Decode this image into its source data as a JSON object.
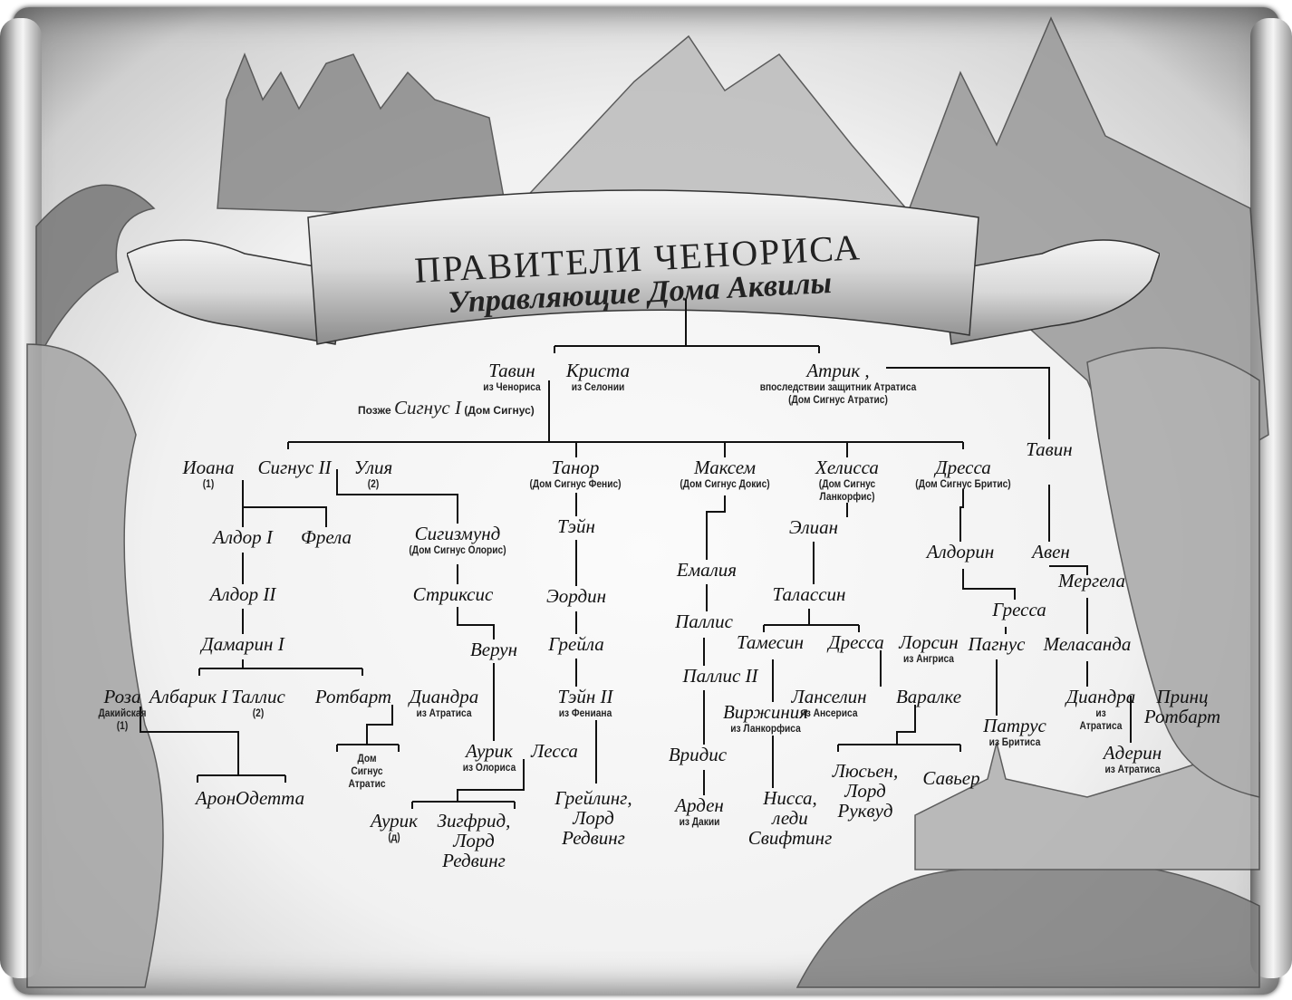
{
  "title": {
    "main": "ПРАВИТЕЛИ ЧЕНОРИСА",
    "sub": "Управляющие Дома Аквилы"
  },
  "later_note": {
    "prefix": "Позже",
    "name": "Сигнус I",
    "house": "(Дом Сигнус)"
  },
  "nodes": [
    {
      "id": "tavin1",
      "name": "Тавин",
      "sub": "из Ченориса"
    },
    {
      "id": "krista",
      "name": "Криста",
      "sub": "из Селонии"
    },
    {
      "id": "atrik",
      "name": "Атрик ,",
      "sub": "впоследствии защитник Атратиса\n(Дом Сигнус Атратис)"
    },
    {
      "id": "ioana",
      "name": "Иоана",
      "sub": "(1)"
    },
    {
      "id": "signus2",
      "name": "Сигнус II",
      "sub": ""
    },
    {
      "id": "ulia",
      "name": "Улия",
      "sub": "(2)"
    },
    {
      "id": "tanor",
      "name": "Танор",
      "sub": "(Дом Сигнус Фенис)"
    },
    {
      "id": "maksem",
      "name": "Максем",
      "sub": "(Дом Сигнус Докис)"
    },
    {
      "id": "helissa",
      "name": "Хелисса",
      "sub": "(Дом Сигнус\nЛанкорфис)"
    },
    {
      "id": "dressa1",
      "name": "Дресса",
      "sub": "(Дом Сигнус Бритис)"
    },
    {
      "id": "tavin2",
      "name": "Тавин",
      "sub": ""
    },
    {
      "id": "aldor1",
      "name": "Алдор I",
      "sub": ""
    },
    {
      "id": "frela",
      "name": "Фрела",
      "sub": ""
    },
    {
      "id": "sigizmund",
      "name": "Сигизмунд",
      "sub": "(Дом Сигнус Олорис)"
    },
    {
      "id": "tein",
      "name": "Тэйн",
      "sub": ""
    },
    {
      "id": "aldor2",
      "name": "Алдор II",
      "sub": ""
    },
    {
      "id": "striksis",
      "name": "Стриксис",
      "sub": ""
    },
    {
      "id": "eordin",
      "name": "Эордин",
      "sub": ""
    },
    {
      "id": "damarin",
      "name": "Дамарин I",
      "sub": ""
    },
    {
      "id": "verun",
      "name": "Верун",
      "sub": ""
    },
    {
      "id": "greila",
      "name": "Грейла",
      "sub": ""
    },
    {
      "id": "tein2",
      "name": "Тэйн II",
      "sub": "из Фениана"
    },
    {
      "id": "emalia",
      "name": "Емалия",
      "sub": ""
    },
    {
      "id": "pallis",
      "name": "Паллис",
      "sub": ""
    },
    {
      "id": "pallis2",
      "name": "Паллис II",
      "sub": ""
    },
    {
      "id": "vridis",
      "name": "Вридис",
      "sub": ""
    },
    {
      "id": "arden",
      "name": "Арден",
      "sub": "из Дакии"
    },
    {
      "id": "elian",
      "name": "Элиан",
      "sub": ""
    },
    {
      "id": "talassin",
      "name": "Талассин",
      "sub": ""
    },
    {
      "id": "tamesin",
      "name": "Тамесин",
      "sub": ""
    },
    {
      "id": "dressa2",
      "name": "Дресса",
      "sub": ""
    },
    {
      "id": "lorsin",
      "name": "Лорсин",
      "sub": "из Ангриса"
    },
    {
      "id": "virzhinia",
      "name": "Виржиния",
      "sub": "из Ланкорфиса"
    },
    {
      "id": "nissa",
      "name": "Нисса,\nледи\nСвифтинг",
      "sub": ""
    },
    {
      "id": "lanselin",
      "name": "Ланселин",
      "sub": "из Ансериса"
    },
    {
      "id": "váralke",
      "name": "Варалке",
      "sub": ""
    },
    {
      "id": "lusien",
      "name": "Люсьен,\nЛорд\nРуквуд",
      "sub": ""
    },
    {
      "id": "saver",
      "name": "Савьер",
      "sub": ""
    },
    {
      "id": "aldorin",
      "name": "Алдорин",
      "sub": ""
    },
    {
      "id": "gressa",
      "name": "Гресса",
      "sub": ""
    },
    {
      "id": "pagnus",
      "name": "Пагнус",
      "sub": ""
    },
    {
      "id": "patrus",
      "name": "Патрус",
      "sub": "из Бритиса"
    },
    {
      "id": "aven",
      "name": "Авен",
      "sub": ""
    },
    {
      "id": "mergela",
      "name": "Мергела",
      "sub": ""
    },
    {
      "id": "melasanda",
      "name": "Меласанда",
      "sub": ""
    },
    {
      "id": "diandra2",
      "name": "Диандра",
      "sub": "из\nАтратиса"
    },
    {
      "id": "rotbart2",
      "name": "Принц\nРотбарт",
      "sub": ""
    },
    {
      "id": "aderin",
      "name": "Адерин",
      "sub": "из Атратиса"
    },
    {
      "id": "roza",
      "name": "Роза",
      "sub": "Дакийская\n(1)"
    },
    {
      "id": "albarik",
      "name": "Албарик I",
      "sub": ""
    },
    {
      "id": "tallis",
      "name": "Таллис",
      "sub": "(2)"
    },
    {
      "id": "rotbart1",
      "name": "Ротбарт",
      "sub": ""
    },
    {
      "id": "diandra1",
      "name": "Диандра",
      "sub": "из Атратиса"
    },
    {
      "id": "house_atratis",
      "name": "",
      "sub": "Дом\nСигнус\nАтратис"
    },
    {
      "id": "aron",
      "name": "Арон",
      "sub": ""
    },
    {
      "id": "odetta",
      "name": "Одетта",
      "sub": ""
    },
    {
      "id": "aurik1",
      "name": "Аурик",
      "sub": "из Олориса"
    },
    {
      "id": "lessa",
      "name": "Лесса",
      "sub": ""
    },
    {
      "id": "aurik2",
      "name": "Аурик",
      "sub": "(д)"
    },
    {
      "id": "zigfrid",
      "name": "Зигфрид,\nЛорд\nРедвинг",
      "sub": ""
    },
    {
      "id": "greiling",
      "name": "Грейлинг,\nЛорд\nРедвинг",
      "sub": ""
    }
  ]
}
